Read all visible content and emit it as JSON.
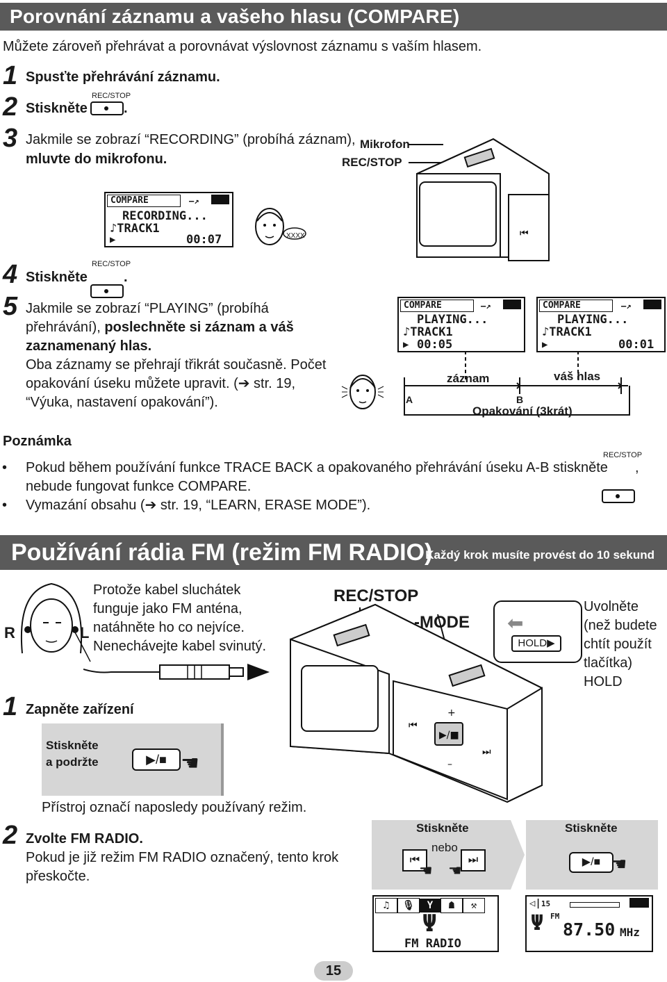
{
  "section1": {
    "title": "Porovnání záznamu a vašeho hlasu (COMPARE)",
    "intro": "Můžete zároveň přehrávat a porovnávat výslovnost záznamu s vaším hlasem.",
    "step1_num": "1",
    "step1_text": "Spusťte přehrávání záznamu.",
    "step2_num": "2",
    "step2_text": "Stiskněte",
    "step3_num": "3",
    "step3_line1": "Jakmile se zobrazí “RECORDING” (probíhá záznam),",
    "step3_line2": "mluvte do mikrofonu.",
    "label_mic": "Mikrofon",
    "label_recstop": "REC/STOP",
    "step4_num": "4",
    "step4_text": "Stiskněte",
    "step5_num": "5",
    "step5_line1": "Jakmile se zobrazí “PLAYING” (probíhá",
    "step5_line2a": "přehrávání), ",
    "step5_line2b": "poslechněte si záznam a váš",
    "step5_line3": "zaznamenaný hlas.",
    "step5_line4": "Oba záznamy se přehrají třikrát současně. Počet",
    "step5_line5": "opakování úseku můžete upravit. (➔ str. 19,",
    "step5_line6": "“Výuka, nastavení opakování”).",
    "btn_label": "REC/STOP",
    "period": ".",
    "speech_bubble": "XXXX",
    "lcd_rec": {
      "header": "COMPARE",
      "line1": "RECORDING...",
      "line2": "TRACK1",
      "time": "00:07"
    },
    "lcd_play1": {
      "header": "COMPARE",
      "line1": "PLAYING...",
      "line2": "TRACK1",
      "time": "00:05"
    },
    "lcd_play2": {
      "header": "COMPARE",
      "line1": "PLAYING...",
      "line2": "TRACK1",
      "time": "00:01"
    },
    "timeline_record": "záznam",
    "timeline_voice": "váš hlas",
    "timeline_a": "A",
    "timeline_b": "B",
    "timeline_repeat": "Opakování (3krát)"
  },
  "note": {
    "heading": "Poznámka",
    "bullet1_line1": "Pokud během používání funkce TRACE BACK a opakovaného přehrávání úseku A-B stiskněte",
    "bullet1_comma": ",",
    "bullet1_line2": "nebude fungovat funkce COMPARE.",
    "bullet2": "Vymazání obsahu (➔ str. 19, “LEARN, ERASE MODE”).",
    "btn_label": "REC/STOP"
  },
  "section2": {
    "title": "Používání rádia FM (režim FM RADIO)",
    "right_note": "Každý krok musíte provést do 10 sekund",
    "cable_line1": "Protože kabel sluchátek",
    "cable_line2": "funguje jako FM anténa,",
    "cable_line3": "natáhněte ho co nejvíce.",
    "cable_line4": "Nenechávejte kabel svinutý.",
    "ear_r": "R",
    "ear_l": "L",
    "label_recstop": "REC/STOP",
    "label_mode": "-MODE",
    "hold_label": "HOLD▶",
    "hold_line1": "Uvolněte",
    "hold_line2": "(než budete",
    "hold_line3": "chtít použít",
    "hold_line4": "tlačítka)",
    "hold_line5": "HOLD",
    "step1_num": "1",
    "step1_text": "Zapněte zařízení",
    "press_line1": "Stiskněte",
    "press_line2": "a podržte",
    "play_btn": "▶/■",
    "last_mode": "Přístroj označí naposledy používaný režim.",
    "step2_num": "2",
    "step2_text": "Zvolte FM RADIO.",
    "step2_line2": "Pokud je již režim FM RADIO označený, tento krok",
    "step2_line3": "přeskočte.",
    "press_a": "Stiskněte",
    "or": "nebo",
    "press_b": "Stiskněte",
    "lcd_menu_label": "FM RADIO",
    "lcd_freq": "87.50",
    "lcd_unit": "MHz",
    "lcd_fm": "FM",
    "lcd_vol": "15"
  },
  "page_number": "15"
}
